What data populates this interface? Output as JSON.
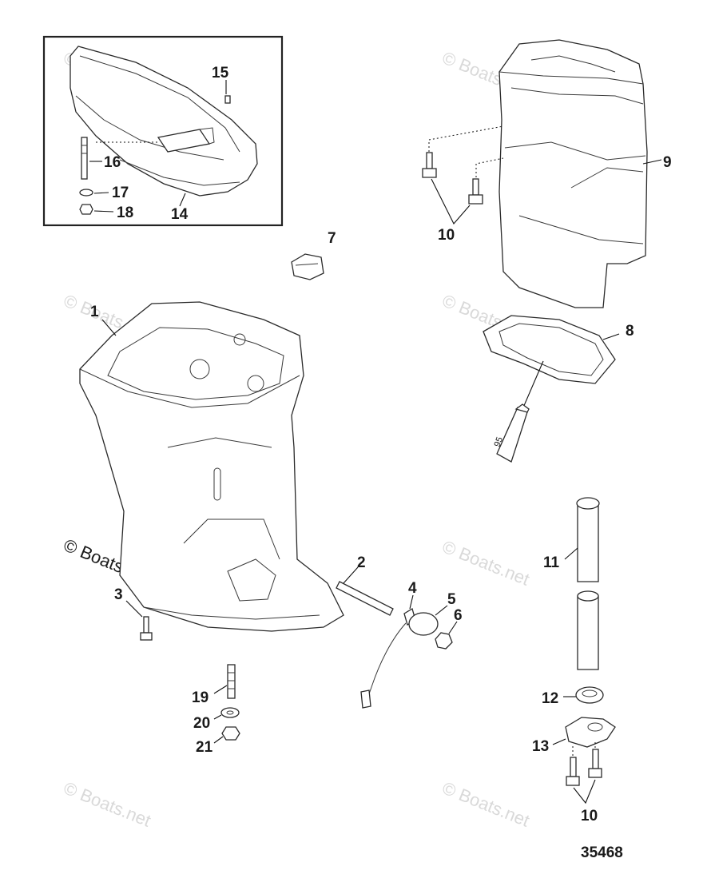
{
  "diagram": {
    "figure_number": "35468",
    "watermark": "© Boats.net",
    "callouts": {
      "c1": "1",
      "c2": "2",
      "c3": "3",
      "c4": "4",
      "c5": "5",
      "c6": "6",
      "c7": "7",
      "c8": "8",
      "c9": "9",
      "c10a": "10",
      "c10b": "10",
      "c11": "11",
      "c12": "12",
      "c13": "13",
      "c14": "14",
      "c15": "15",
      "c16": "16",
      "c17": "17",
      "c18": "18",
      "c19": "19",
      "c20": "20",
      "c21": "21"
    },
    "sealant_tube_label": "95"
  },
  "colors": {
    "line": "#2a2a2a",
    "watermark": "#d9d9d9",
    "background": "#ffffff"
  }
}
